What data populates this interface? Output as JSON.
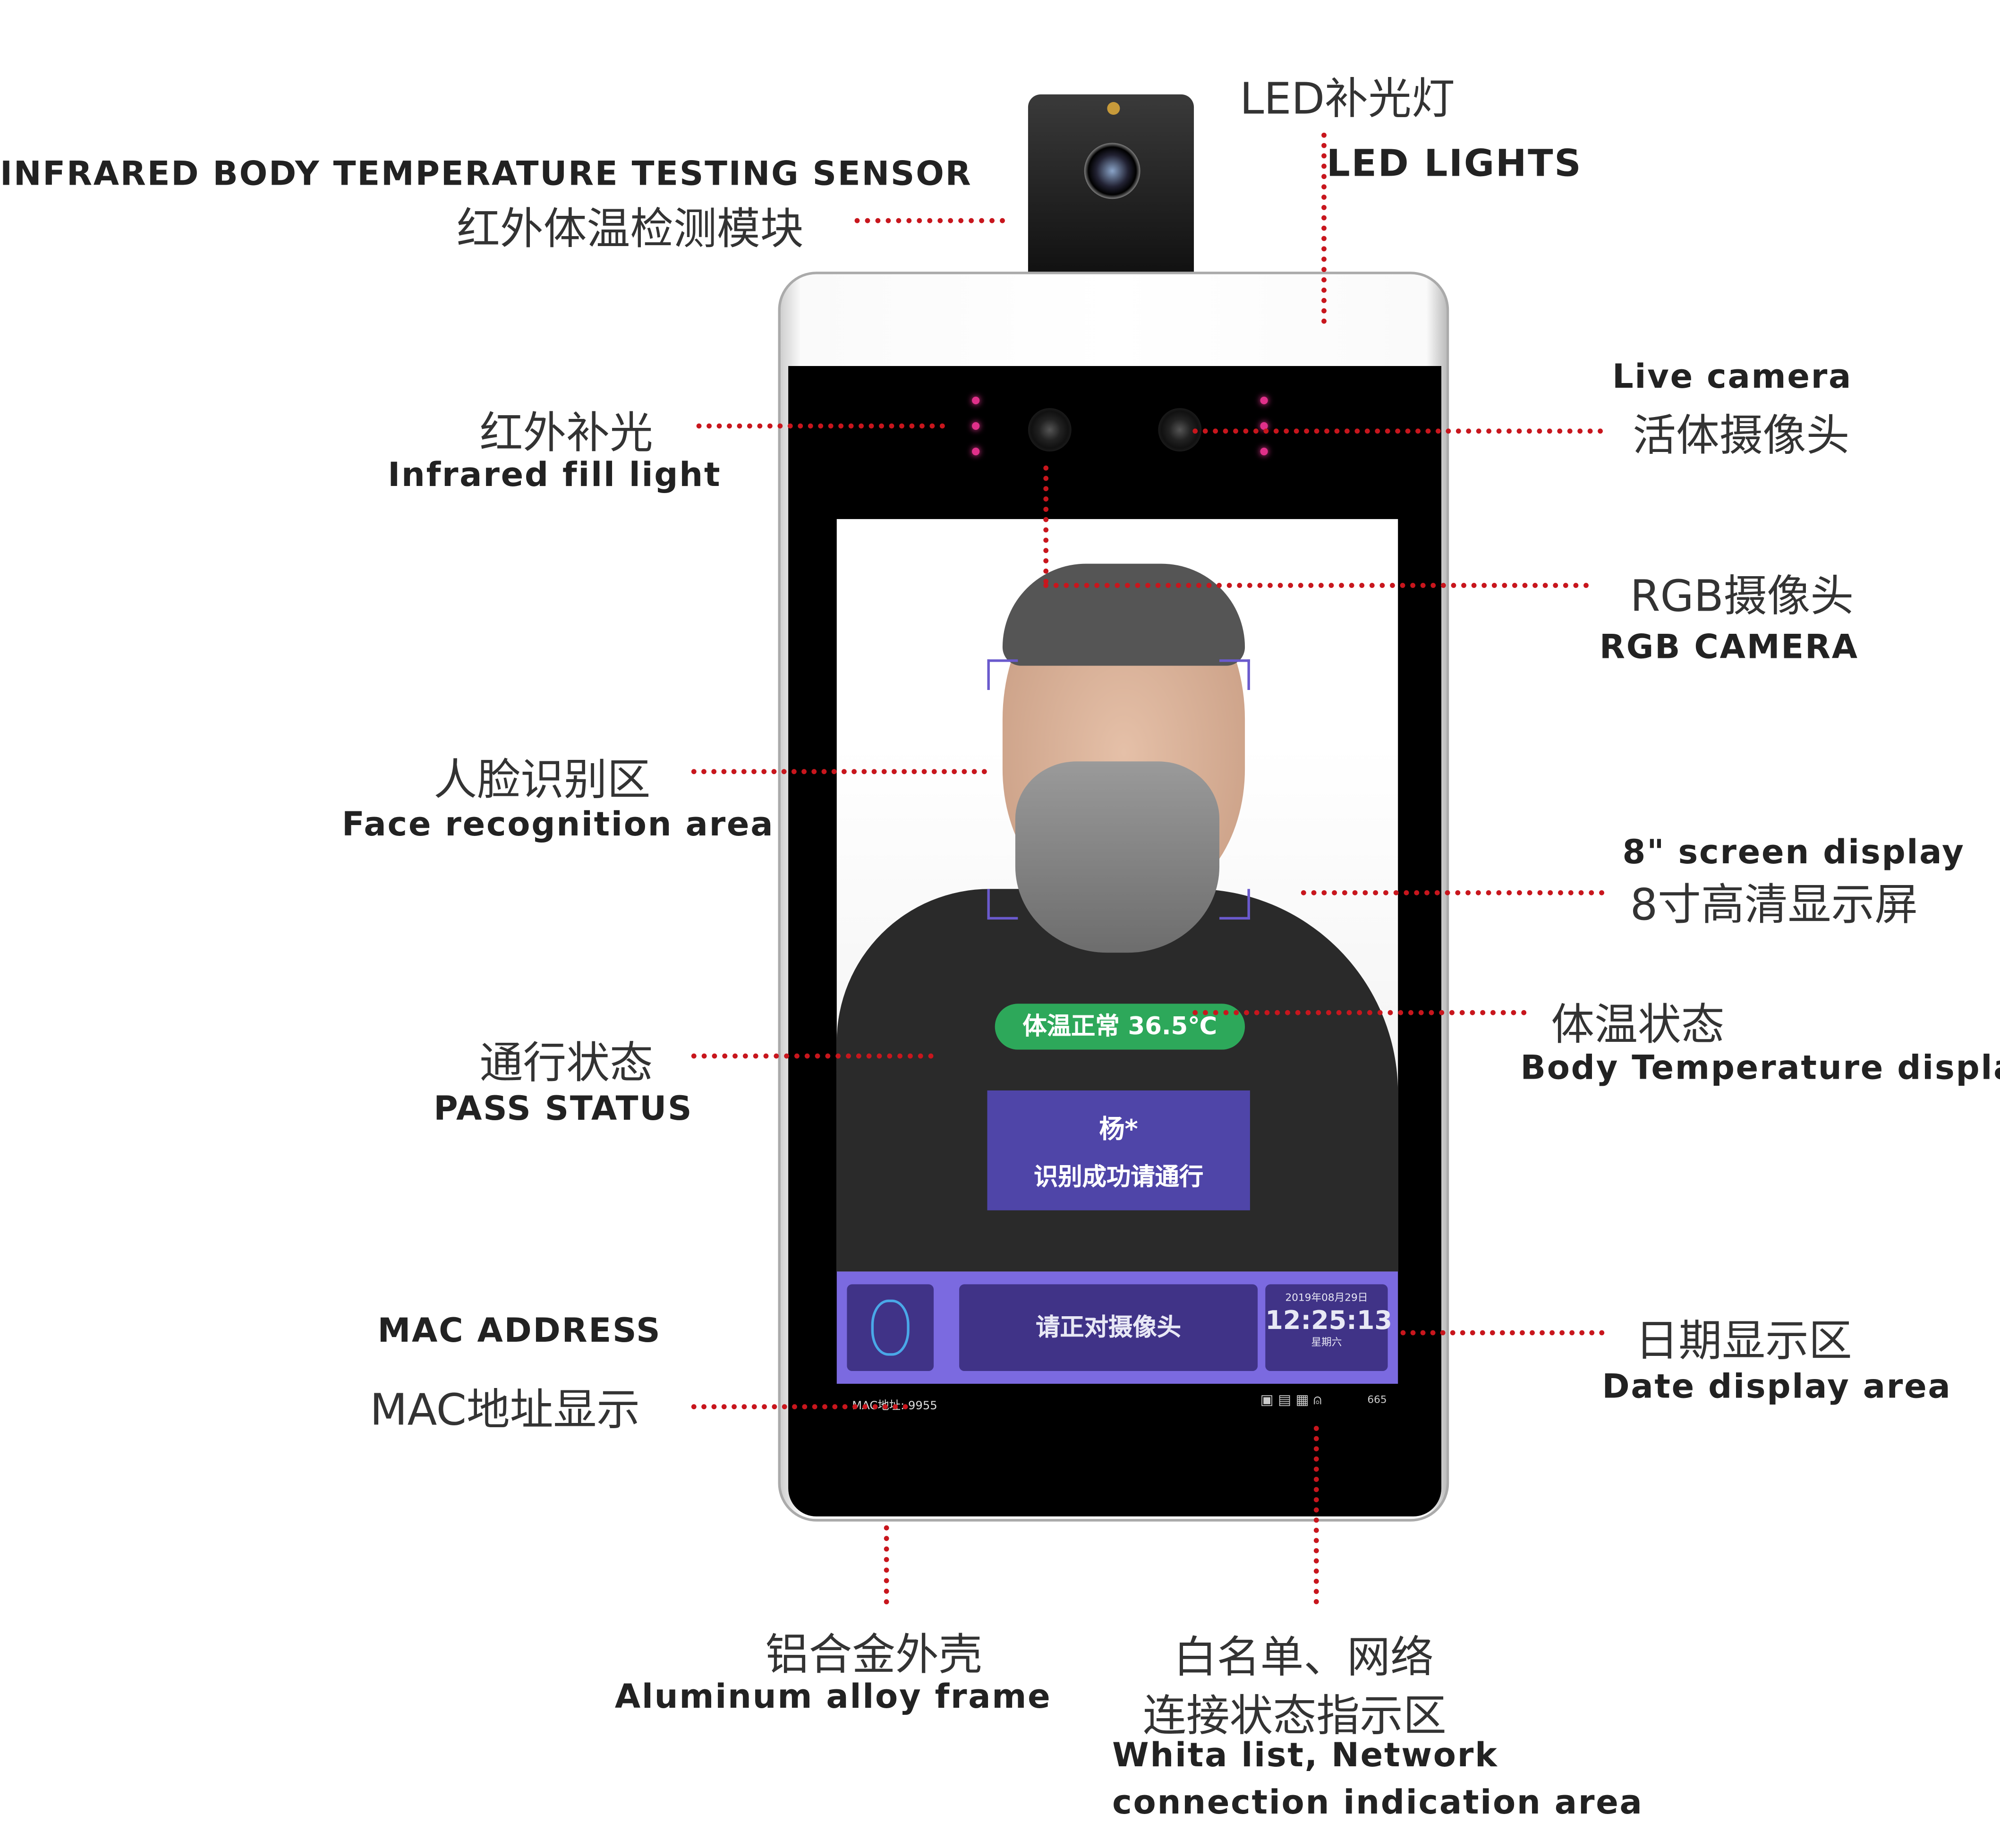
{
  "labels": {
    "sensor_en": "INFRARED BODY TEMPERATURE TESTING SENSOR",
    "sensor_zh": "红外体温检测模块",
    "led_zh": "LED补光灯",
    "led_en": "LED LIGHTS",
    "irfill_zh": "红外补光",
    "irfill_en": "Infrared fill light",
    "live_en": "Live camera",
    "live_zh": "活体摄像头",
    "rgb_zh": "RGB摄像头",
    "rgb_en": "RGB CAMERA",
    "face_zh": "人脸识别区",
    "face_en": "Face recognition area",
    "screen_en": "8\" screen display",
    "screen_zh": "8寸高清显示屏",
    "bodytemp_zh": "体温状态",
    "bodytemp_en": "Body Temperature display",
    "pass_zh": "通行状态",
    "pass_en": "PASS STATUS",
    "mac_en": "MAC ADDRESS",
    "mac_zh": "MAC地址显示",
    "date_zh": "日期显示区",
    "date_en": "Date display area",
    "frame_zh": "铝合金外壳",
    "frame_en": "Aluminum alloy frame",
    "wl_zh1": "白名单、网络",
    "wl_zh2": "连接状态指示区",
    "wl_en1": "Whita list, Network",
    "wl_en2": "connection indication area"
  },
  "screen": {
    "temperature": "体温正常 36.5℃",
    "name": "杨*",
    "pass_message": "识别成功请通行",
    "prompt": "请正对摄像头",
    "date": "2019年08月29日",
    "time": "12:25:13",
    "weekday": "星期六",
    "mac": "MAC地址: 9955",
    "status_count": "665"
  },
  "colors": {
    "leader": "#c8161d",
    "bar": "#7b6ae0",
    "panel": "#403387",
    "temp_badge": "#2da85a"
  }
}
